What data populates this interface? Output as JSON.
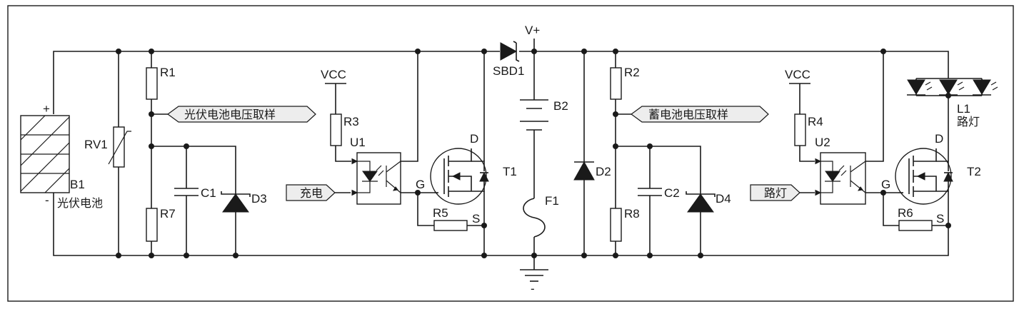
{
  "labels": {
    "vplus": "V+",
    "sbd1": "SBD1",
    "b2": "B2",
    "f1": "F1",
    "ground": "-",
    "pv_plus": "+",
    "pv_minus": "-",
    "b1": "B1",
    "pv_cell": "光伏电池",
    "rv1": "RV1",
    "r1": "R1",
    "r7": "R7",
    "c1": "C1",
    "d3": "D3",
    "pv_voltage_sample": "光伏电池电压取样",
    "vcc1": "VCC",
    "r3": "R3",
    "u1": "U1",
    "charge": "充电",
    "g1": "G",
    "r5": "R5",
    "s1": "S",
    "d1": "D",
    "t1": "T1",
    "d2": "D2",
    "r2": "R2",
    "r8": "R8",
    "c2": "C2",
    "d4": "D4",
    "battery_voltage_sample": "蓄电池电压取样",
    "vcc2": "VCC",
    "r4": "R4",
    "u2": "U2",
    "streetlight_in": "路灯",
    "g2": "G",
    "r6": "R6",
    "s2": "S",
    "d_t2": "D",
    "t2": "T2",
    "l1": "L1",
    "streetlight": "路灯"
  },
  "colors": {
    "ink": "#1a1a1a",
    "tag_fill": "#ededed",
    "background": "#ffffff"
  }
}
